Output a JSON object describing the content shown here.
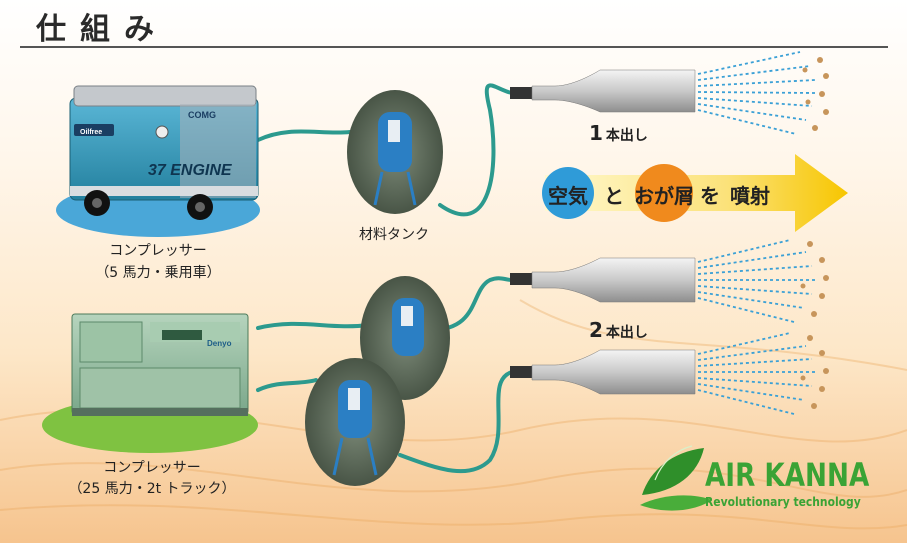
{
  "title": "仕組み",
  "compressor_small": {
    "model": "COMG",
    "engine": "37 ENGINE",
    "badge": "Oilfree",
    "label_line1": "コンプレッサー",
    "label_line2": "（5 馬力・乗用車）"
  },
  "compressor_large": {
    "badge": "Denyo",
    "label_line1": "コンプレッサー",
    "label_line2": "（25 馬力・2t トラック）"
  },
  "tank_label": "材料タンク",
  "nozzle_single": {
    "num": "1",
    "text": "本出し"
  },
  "nozzle_double": {
    "num": "2",
    "text": "本出し"
  },
  "spray_message": {
    "air": "空気",
    "and": "と",
    "sawdust": "おが屑",
    "o": "を",
    "verb": "噴射"
  },
  "brand": {
    "name": "AIR KANNA",
    "tagline": "Revolutionary technology",
    "color": "#3aa335"
  },
  "colors": {
    "hose": "#2c9a8e",
    "arrow": "#f7c600",
    "air_circle": "#2f9bd8",
    "sawdust_circle": "#f08a1d"
  }
}
